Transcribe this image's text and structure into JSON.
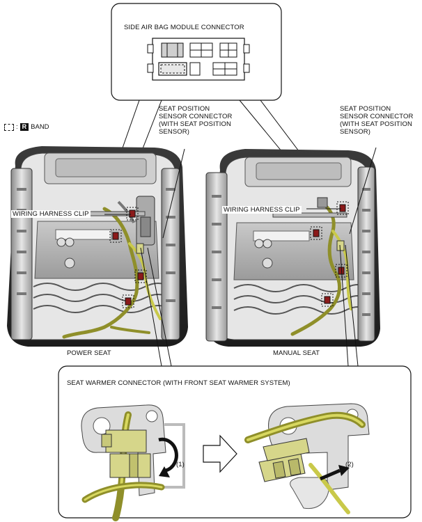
{
  "labels": {
    "side_airbag_connector": "SIDE AIR BAG MODULE CONNECTOR",
    "seat_position_connector_left": "SEAT POSITION\nSENSOR CONNECTOR\n(WITH SEAT POSITION\nSENSOR)",
    "seat_position_connector_right": "SEAT POSITION\nSENSOR CONNECTOR\n(WITH SEAT POSITION\nSENSOR)",
    "wiring_clip_left": "WIRING HARNESS CLIP",
    "wiring_clip_right": "WIRING HARNESS CLIP",
    "power_seat": "POWER SEAT",
    "manual_seat": "MANUAL SEAT",
    "seat_warmer_connector": "SEAT WARMER CONNECTOR (WITH FRONT SEAT WARMER SYSTEM)",
    "step1": "(1)",
    "step2": "(2)"
  },
  "legend": {
    "separator": ":",
    "tag": "R",
    "text": "BAND"
  },
  "colors": {
    "harness": "#8f8f2a",
    "harness_highlight": "#c9c94a",
    "connector": "#d6d68a",
    "frame": "#d9d9d9",
    "arrow": "#111111"
  }
}
